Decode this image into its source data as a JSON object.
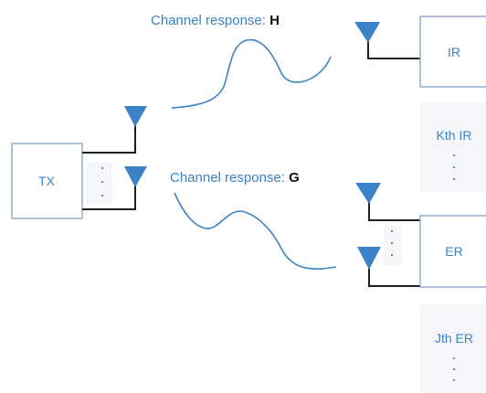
{
  "channel_h": {
    "prefix": "Channel response: ",
    "symbol": "H"
  },
  "channel_g": {
    "prefix": "Channel response: ",
    "symbol": "G"
  },
  "tx_label": "TX",
  "ir_label": "IR",
  "kth_ir_label": "Kth IR",
  "er_label": "ER",
  "jth_er_label": "Jth ER",
  "colors": {
    "accent": "#3b82c9",
    "block_border": "#8fafd1",
    "wire": "#1f1f1f"
  }
}
